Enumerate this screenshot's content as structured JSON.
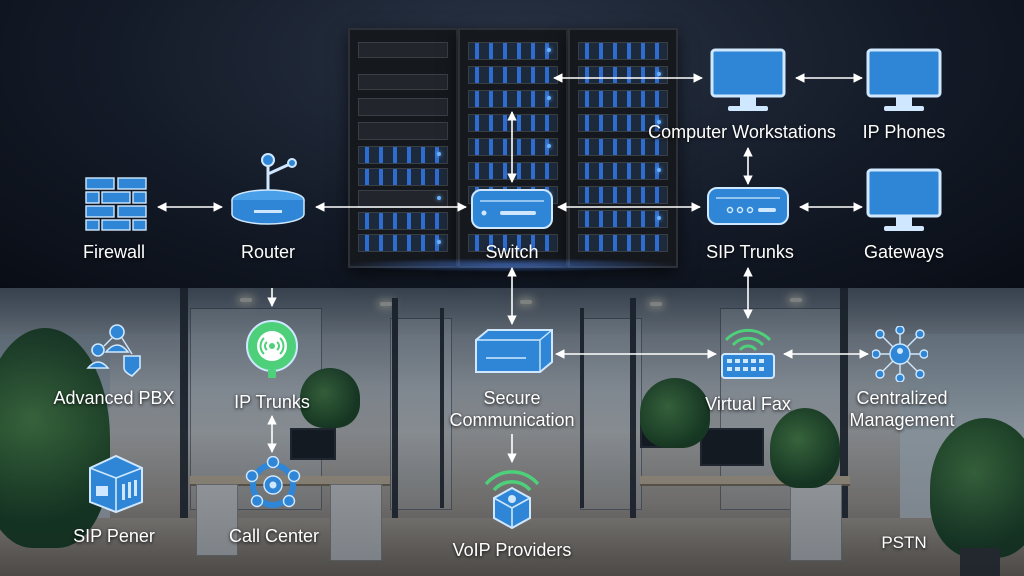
{
  "nodes": {
    "firewall": "Firewall",
    "router": "Router",
    "switch": "Switch",
    "sip_trunks": "SIP Trunks",
    "gateways": "Gateways",
    "computer_workstations": "Computer Workstations",
    "ip_phones": "IP Phones",
    "advanced_pbx": "Advanced PBX",
    "ip_trunks": "IP  Trunks",
    "secure_communication_1": "Secure",
    "secure_communication_2": "Communication",
    "virtual_fax": "Virtual Fax",
    "centralized_management_1": "Centralized",
    "centralized_management_2": "Management",
    "sip_pener": "SIP Pener",
    "call_center": "Call Center",
    "voip_providers": "VoIP Providers",
    "pstn": "PSTN"
  },
  "icons": {
    "firewall": "brick-wall-icon",
    "router": "router-icon",
    "switch": "switch-icon",
    "sip_trunks": "sip-trunk-device-icon",
    "gateways": "monitor-icon",
    "computer_workstations": "monitor-icon",
    "ip_phones": "monitor-icon",
    "advanced_pbx": "people-network-icon",
    "ip_trunks": "wireless-signal-icon",
    "secure_communication": "secure-device-icon",
    "virtual_fax": "wifi-keyboard-icon",
    "centralized_management": "network-hub-icon",
    "sip_pener": "building-box-icon",
    "call_center": "people-ring-icon",
    "voip_providers": "wifi-cube-icon"
  },
  "colors": {
    "accent_blue": "#2f86d6",
    "icon_light": "#cfe8ff",
    "signal_green": "#4ed07a",
    "line": "#ffffff"
  }
}
